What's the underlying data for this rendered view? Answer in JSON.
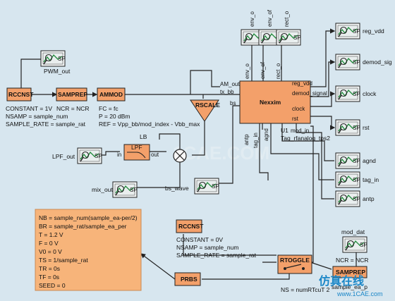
{
  "blocks": {
    "rccnst1": {
      "name": "RCCNST",
      "params": [
        "CONSTANT = 1V",
        "NSAMP = sample_num",
        "SAMPLE_RATE = sample_rat"
      ]
    },
    "samprep1": {
      "name": "SAMPREP",
      "params": [
        "NCR = NCR"
      ]
    },
    "ammod": {
      "name": "AMMOD",
      "params": [
        "FC = fc",
        "P = 20 dBm",
        "REF = Vpp_bb/mod_index - Vbb_max"
      ]
    },
    "rscale": {
      "name": "RSCALE"
    },
    "lpf": {
      "name": "LB",
      "sub": "LPF",
      "in_port": "in",
      "out_port": "out"
    },
    "nexxim": {
      "name": "Nexxim",
      "ref": "U1",
      "ref2": "Tag_rfanalog_tps2"
    },
    "rccnst2": {
      "name": "RCCNST",
      "params": [
        "CONSTANT = 0V",
        "NSAMP = sample_num",
        "SAMPLE_RATE = sample_rat"
      ]
    },
    "rtoggle": {
      "name": "RTOGGLE"
    },
    "prbs": {
      "name": "PRBS"
    },
    "samprep2": {
      "name": "SAMPREP",
      "params": [
        "NCR = NCR"
      ]
    }
  },
  "ports": {
    "left": [
      "AM_out",
      "tx_bb",
      "bs"
    ],
    "top": [
      "env_o",
      "env_of",
      "rect_o"
    ],
    "right": [
      "reg_vdd",
      "demod_signal",
      "clock",
      "rst",
      "mod_in"
    ],
    "bottom": [
      "antp",
      "tag_in",
      "agnd"
    ]
  },
  "sinks": {
    "pwm_out": "PWM_out",
    "lpf_out": "LPF_out",
    "mix_out": "mix_out",
    "bs_wave": "bs_wave",
    "env_o": "env_o",
    "env_of": "env_of",
    "rect_o": "rect_o",
    "reg_vdd": "reg_vdd",
    "demod_sig": "demod_sig",
    "clock": "clock",
    "rst": "rst",
    "agnd": "agnd",
    "tag_in": "tag_in",
    "antp": "antp",
    "mod_dat": "mod_dat"
  },
  "sink_icon_label": "SP",
  "prbs_params": [
    "NB = sample_num(sample_ea-per/2)",
    "BR = sample_rat/sample_ea_per",
    "T = 1.2 V",
    "F = 0 V",
    "V0 = 0 V",
    "TS = 1/sample_rat",
    "TR = 0s",
    "TF = 0s",
    "SEED = 0"
  ],
  "bottom_labels": {
    "ns": "NS = num",
    "rt_frag": "RTcuT 2",
    "sa_frag": "sample_ea_p"
  },
  "watermark": "1CAE.COM",
  "logo_text": "仿真在线",
  "logo_url": "www.1CAE.com",
  "colors": {
    "block": "#f3a06a",
    "background": "#d7e6ef",
    "param_box": "#f7b47a"
  }
}
